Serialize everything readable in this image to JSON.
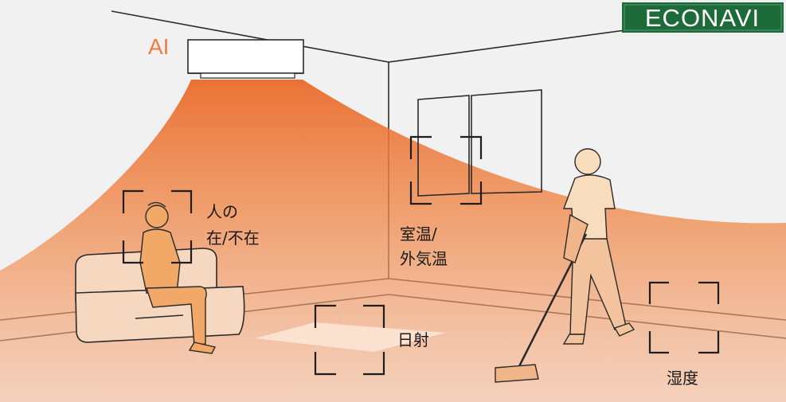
{
  "ai_label": "AI",
  "logo": {
    "text": "ECONAVI",
    "bg_color": "#1e6b3a",
    "text_color": "#ffffff"
  },
  "sensors": {
    "presence": {
      "line1": "人の",
      "line2": "在/不在"
    },
    "temperature": {
      "line1": "室温/",
      "line2": "外気温"
    },
    "sunlight": {
      "line1": "日射"
    },
    "humidity": {
      "line1": "湿度"
    }
  },
  "colors": {
    "airflow": "#ee7d3c",
    "line": "#1e1e1e",
    "person_fill": "#f2a968",
    "person_light": "#f7dcbe"
  }
}
